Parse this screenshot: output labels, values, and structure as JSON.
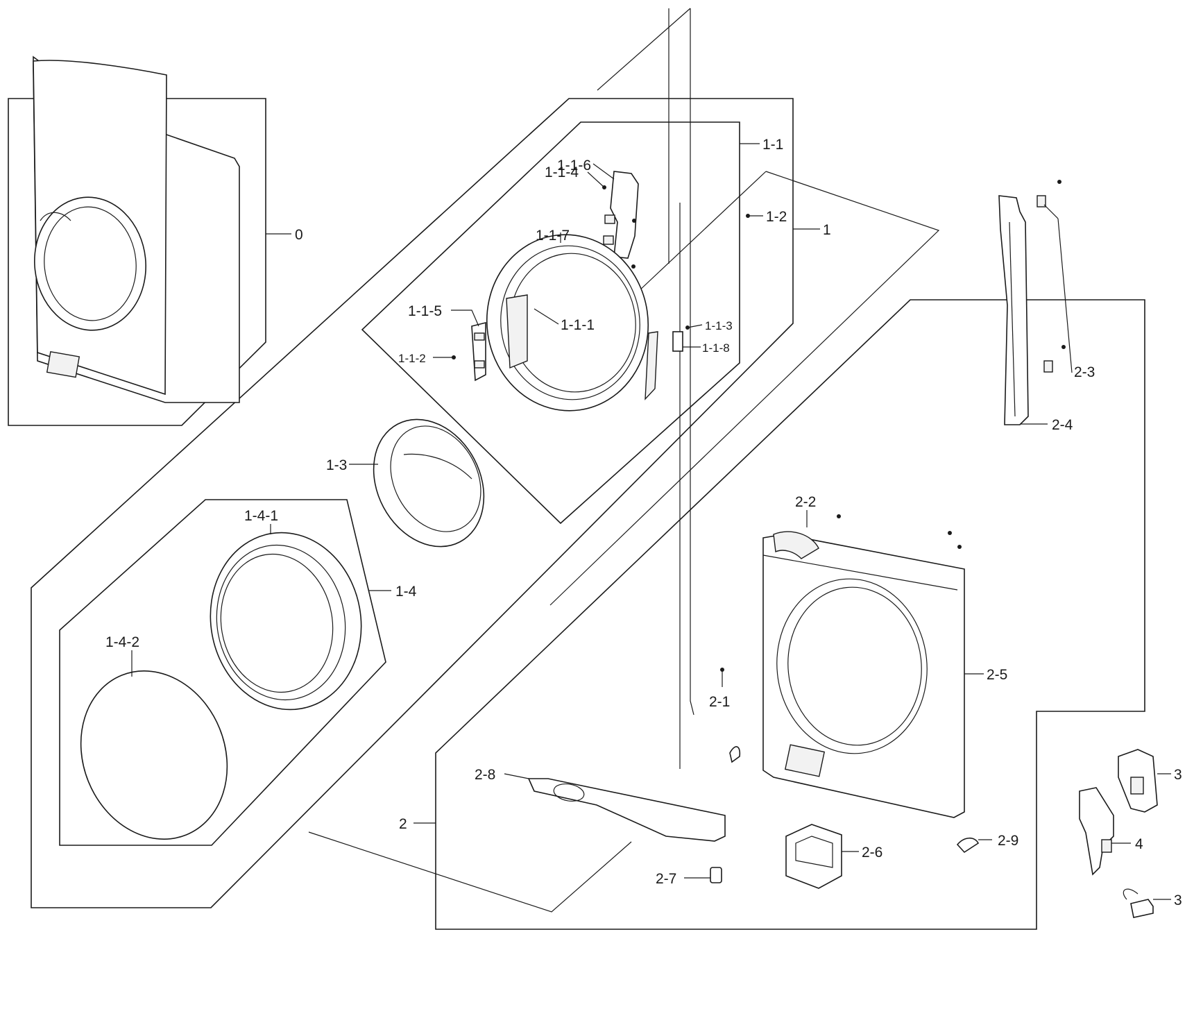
{
  "diagram": {
    "labels": {
      "l0": "0",
      "l1": "1",
      "l1_1": "1-1",
      "l1_1_1": "1-1-1",
      "l1_1_2": "1-1-2",
      "l1_1_3": "1-1-3",
      "l1_1_4": "1-1-4",
      "l1_1_5": "1-1-5",
      "l1_1_6": "1-1-6",
      "l1_1_7": "1-1-7",
      "l1_1_8": "1-1-8",
      "l1_2": "1-2",
      "l1_3": "1-3",
      "l1_4": "1-4",
      "l1_4_1": "1-4-1",
      "l1_4_2": "1-4-2",
      "l2": "2",
      "l2_1": "2-1",
      "l2_2": "2-2",
      "l2_3": "2-3",
      "l2_4": "2-4",
      "l2_5": "2-5",
      "l2_6": "2-6",
      "l2_7": "2-7",
      "l2_8": "2-8",
      "l2_9": "2-9",
      "l3a": "3",
      "l3b": "3",
      "l4": "4"
    }
  }
}
